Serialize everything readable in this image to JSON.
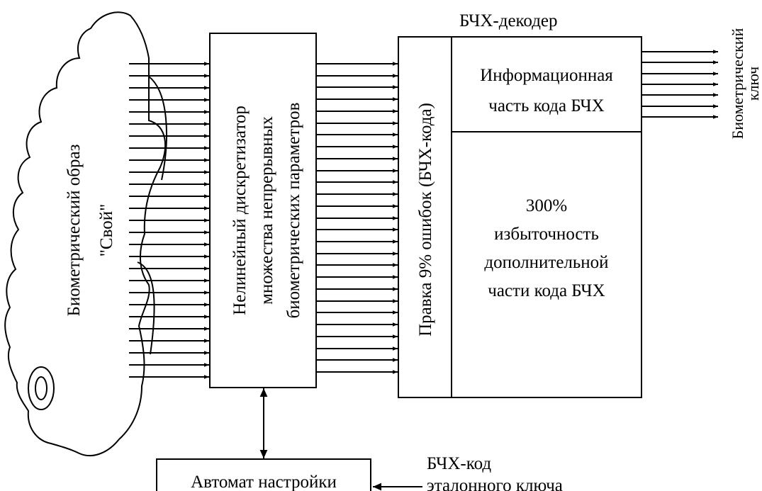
{
  "cloud": {
    "label_line1": "Биометрический образ",
    "label_line2": "\"Свой\""
  },
  "discretizer": {
    "line1": "Нелинейный  дискретизатор",
    "line2": "множества непрерывных",
    "line3": "биометрических параметров"
  },
  "decoder": {
    "title": "БЧХ-декодер",
    "correction_label": "Правка 9% ошибок (БЧХ-кода)",
    "info_line1": "Информационная",
    "info_line2": "часть кода БЧХ",
    "redundancy_line1": "300%",
    "redundancy_line2": "избыточность",
    "redundancy_line3": "дополнительной",
    "redundancy_line4": "части кода БЧХ"
  },
  "output": {
    "line1": "Биометрический",
    "line2": "ключ"
  },
  "tuner": {
    "label": "Автомат настройки"
  },
  "reference": {
    "line1": "БЧХ-код",
    "line2": "эталонного ключа"
  },
  "colors": {
    "stroke": "#000000",
    "background": "#ffffff"
  }
}
